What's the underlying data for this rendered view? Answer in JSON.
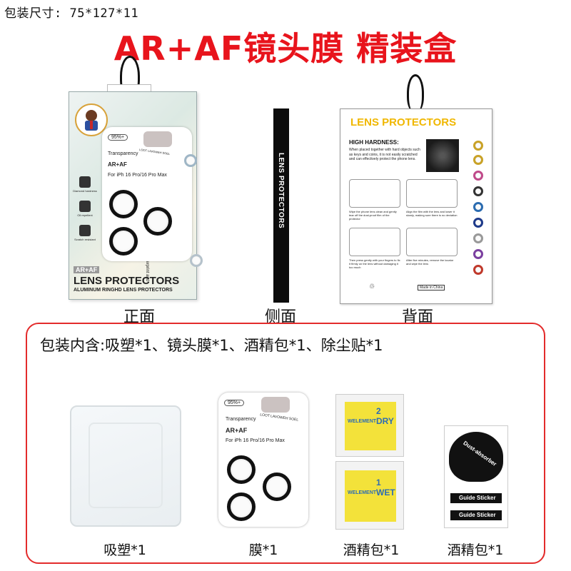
{
  "header": {
    "size_text": "包装尺寸: 75*127*11",
    "headline": "AR+AF镜头膜 精装盒"
  },
  "views": {
    "front_label": "正面",
    "side_label": "侧面",
    "back_label": "背面"
  },
  "front_box": {
    "badge_top": "95%+",
    "transparency": "Transparency",
    "ar_af": "AR+AF",
    "model": "For iPh 16 Pro/16 Pro Max",
    "cut_text": "LOOT LAVOWEH SOEL",
    "side_note": "Nano hydrophobic layer Anti fingerprint and oil pollution",
    "icons": [
      "Diamond hardness",
      "Oil repellent",
      "Scratch resistant"
    ],
    "tag": "AR+AF",
    "title": "LENS PROTECTORS",
    "subtitle": "ALUMINUM RINGHD LENS PROTECTORS"
  },
  "side": {
    "text": "LENS PROTECTORS"
  },
  "back_box": {
    "title": "LENS PROTECTORS",
    "heading": "HIGH HARDNESS:",
    "body": "When placed together with hard objects such as keys and coins, it is not easily scratched and can effectively protect the phone lens.",
    "steps": [
      "Wipe the phone lens clean and gently tear off the dust-proof film of the protector",
      "Align the film with the lens and lower it slowly, making sure there is no deviation",
      "Then press gently with your fingers to fix it firmly on the lens without damaging it too much",
      "After five minutes, remove the locator and wipe the lens"
    ],
    "made_in": "Made in China"
  },
  "contents": {
    "line": "包装内含:吸塑*1、镜头膜*1、酒精包*1、除尘贴*1",
    "items": [
      {
        "label": "吸塑*1"
      },
      {
        "label": "膜*1"
      },
      {
        "label": "酒精包*1"
      },
      {
        "label": "酒精包*1"
      }
    ],
    "wipe_dry": "2 DRY",
    "wipe_wet": "1 WET",
    "wipe_brand": "WELEMENT",
    "sticker_main": "Dust-absorber",
    "sticker_guide": "Guide Sticker"
  },
  "colors": {
    "headline": "#e8141c",
    "frame": "#e32b2b",
    "accent_yellow": "#f4c21b"
  }
}
